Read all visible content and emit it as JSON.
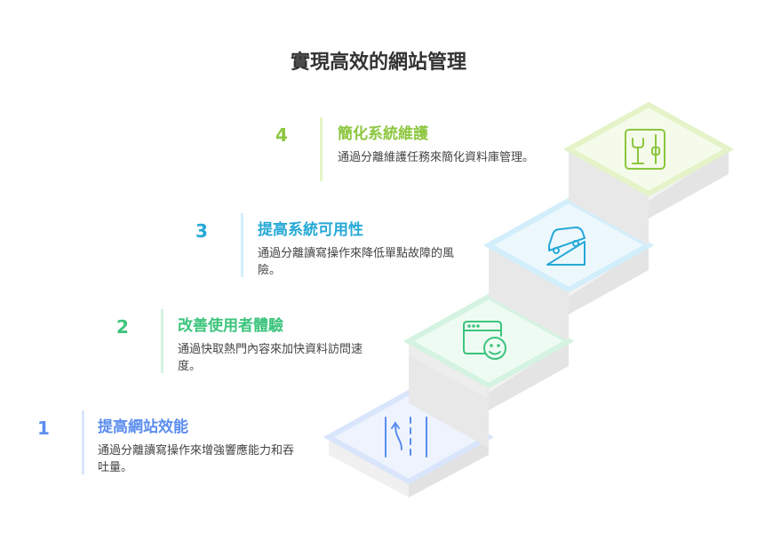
{
  "title": "實現高效的網站管理",
  "steps": [
    {
      "number": "1",
      "heading": "提高網站效能",
      "description": "通過分離讀寫操作來增強響應能力和吞吐量。",
      "color": "#5b8def",
      "icon": "road-lanes-icon"
    },
    {
      "number": "2",
      "heading": "改善使用者體驗",
      "description": "通過快取熱門內容來加快資料訪問速度。",
      "color": "#3cc47c",
      "icon": "browser-smiley-icon"
    },
    {
      "number": "3",
      "heading": "提高系統可用性",
      "description": "通過分離讀寫操作來降低單點故障的風險。",
      "color": "#25a9d6",
      "icon": "car-slope-icon"
    },
    {
      "number": "4",
      "heading": "簡化系統維護",
      "description": "通過分離維護任務來簡化資料庫管理。",
      "color": "#8cc63f",
      "icon": "tools-panel-icon"
    }
  ]
}
